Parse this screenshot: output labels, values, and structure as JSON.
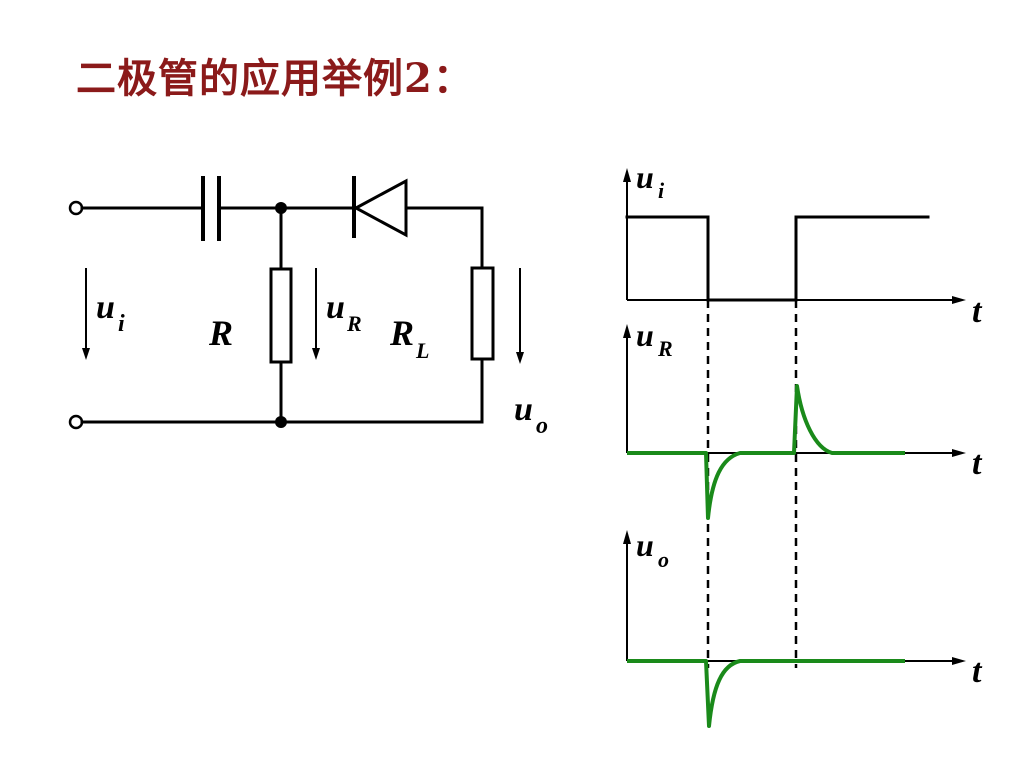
{
  "slide": {
    "title": "二极管的应用举例2："
  },
  "circuit": {
    "labels": {
      "input_voltage": "u",
      "input_voltage_sub": "i",
      "resistor": "R",
      "resistor_voltage": "u",
      "resistor_voltage_sub": "R",
      "load_resistor": "R",
      "load_resistor_sub": "L",
      "output_voltage": "u",
      "output_voltage_sub": "o"
    },
    "components": [
      "input-terminal-top",
      "input-terminal-bottom",
      "capacitor",
      "diode",
      "resistor-R",
      "resistor-RL",
      "junction-top",
      "junction-bottom"
    ]
  },
  "waveforms": {
    "colors": {
      "input": "#000000",
      "response": "#1a8a1a"
    },
    "plots": [
      {
        "id": "ui",
        "ylabel": "u",
        "ylabel_sub": "i",
        "xlabel": "t",
        "shape": "square pulse: high, low, high"
      },
      {
        "id": "uR",
        "ylabel": "u",
        "ylabel_sub": "R",
        "xlabel": "t",
        "shape": "negative spike at falling edge, positive spike at rising edge, exponential decay"
      },
      {
        "id": "uo",
        "ylabel": "u",
        "ylabel_sub": "o",
        "xlabel": "t",
        "shape": "negative spike at falling edge only"
      }
    ]
  }
}
